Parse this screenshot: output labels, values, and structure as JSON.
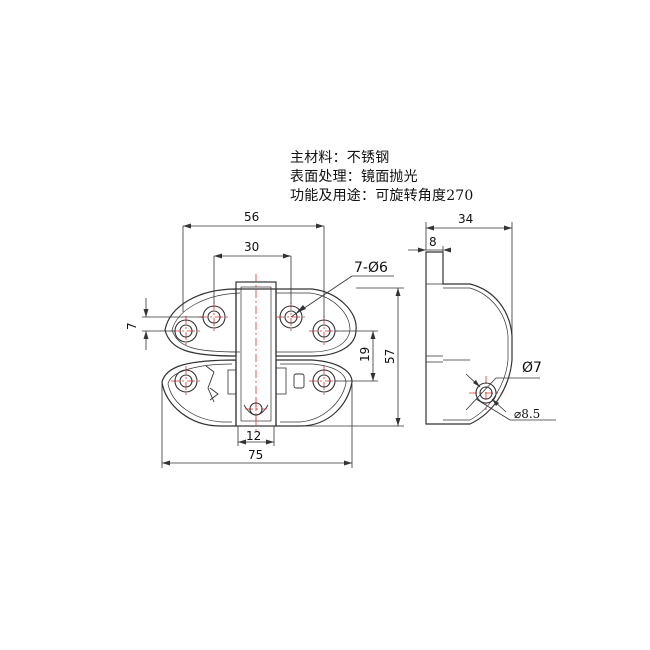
{
  "specs": {
    "material": "主材料：不锈钢",
    "surface": "表面处理：镜面抛光",
    "function": "功能及用途：可旋转角度270"
  },
  "dimensions": {
    "overall_width_top": "56",
    "hole_spacing_top": "30",
    "hole_callout": "7-Ø6",
    "edge_offset": "7",
    "hole_vertical_spacing": "19",
    "overall_height": "57",
    "knuckle_width": "12",
    "overall_width": "75",
    "side_depth": "34",
    "side_thickness": "8",
    "pin_diameter": "Ø7",
    "counterbore_diameter": "⌀8.5"
  }
}
